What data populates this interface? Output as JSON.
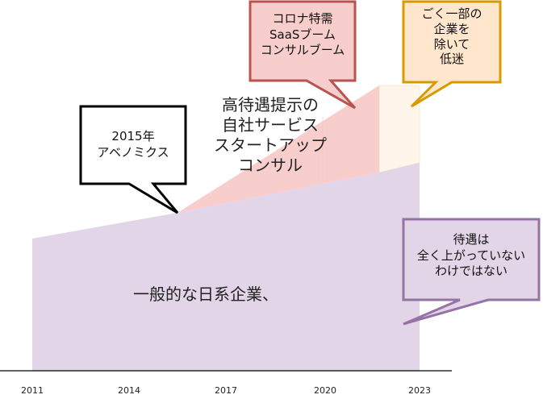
{
  "areas": {
    "base_label": "一般的な日系企業、",
    "mid_label": [
      "高待遇提示の",
      "自社サービス",
      "スタートアップ",
      "コンサル"
    ]
  },
  "callouts": {
    "abenomics": [
      "2015年",
      "アベノミクス"
    ],
    "corona": [
      "コロナ特需",
      "SaaSブーム",
      "コンサルブーム"
    ],
    "slump": [
      "ごく一部の",
      "企業を",
      "除いて",
      "低迷"
    ],
    "treatment": [
      "待遇は",
      "全く上がっていない",
      "わけではない"
    ]
  },
  "axis": {
    "ticks": [
      "2011",
      "2014",
      "2017",
      "2020",
      "2023"
    ]
  },
  "colors": {
    "base_fill": "#e1d5e7",
    "mid_fill": "#f8cecc",
    "top_fill": "#fff5ea",
    "black": "#000000",
    "red": "#b85450",
    "gold": "#d79b00",
    "purple": "#9673a6"
  }
}
